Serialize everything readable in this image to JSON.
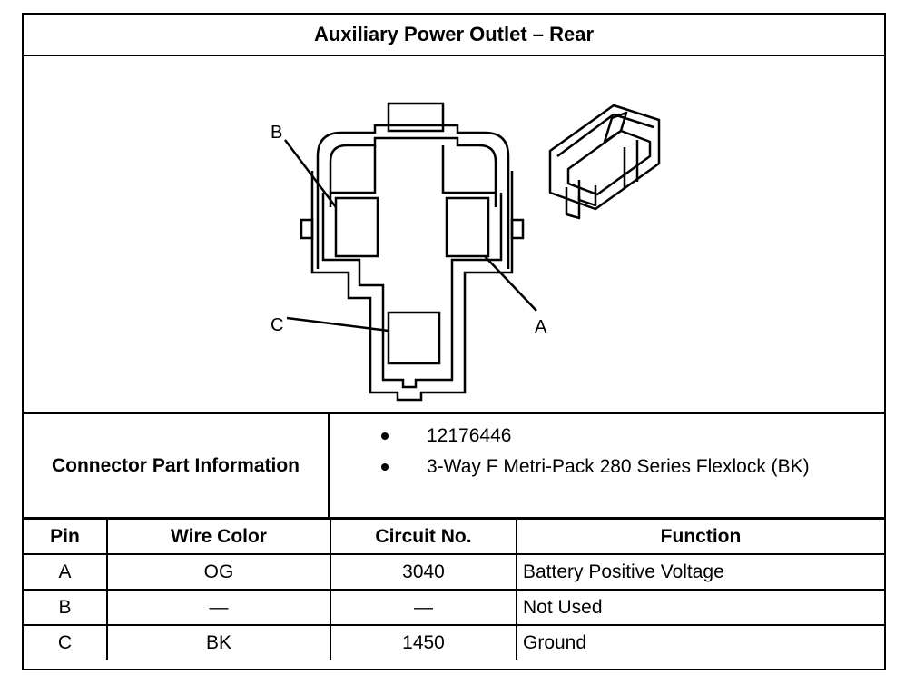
{
  "title": "Auxiliary Power Outlet – Rear",
  "diagram": {
    "callouts": [
      "A",
      "B",
      "C"
    ]
  },
  "connector": {
    "label": "Connector Part Information",
    "items": [
      "12176446",
      "3-Way F Metri-Pack 280 Series Flexlock (BK)"
    ]
  },
  "table": {
    "headers": [
      "Pin",
      "Wire Color",
      "Circuit No.",
      "Function"
    ],
    "rows": [
      {
        "pin": "A",
        "color": "OG",
        "circuit": "3040",
        "function": "Battery Positive Voltage"
      },
      {
        "pin": "B",
        "color": "—",
        "circuit": "—",
        "function": "Not Used"
      },
      {
        "pin": "C",
        "color": "BK",
        "circuit": "1450",
        "function": "Ground"
      }
    ]
  }
}
